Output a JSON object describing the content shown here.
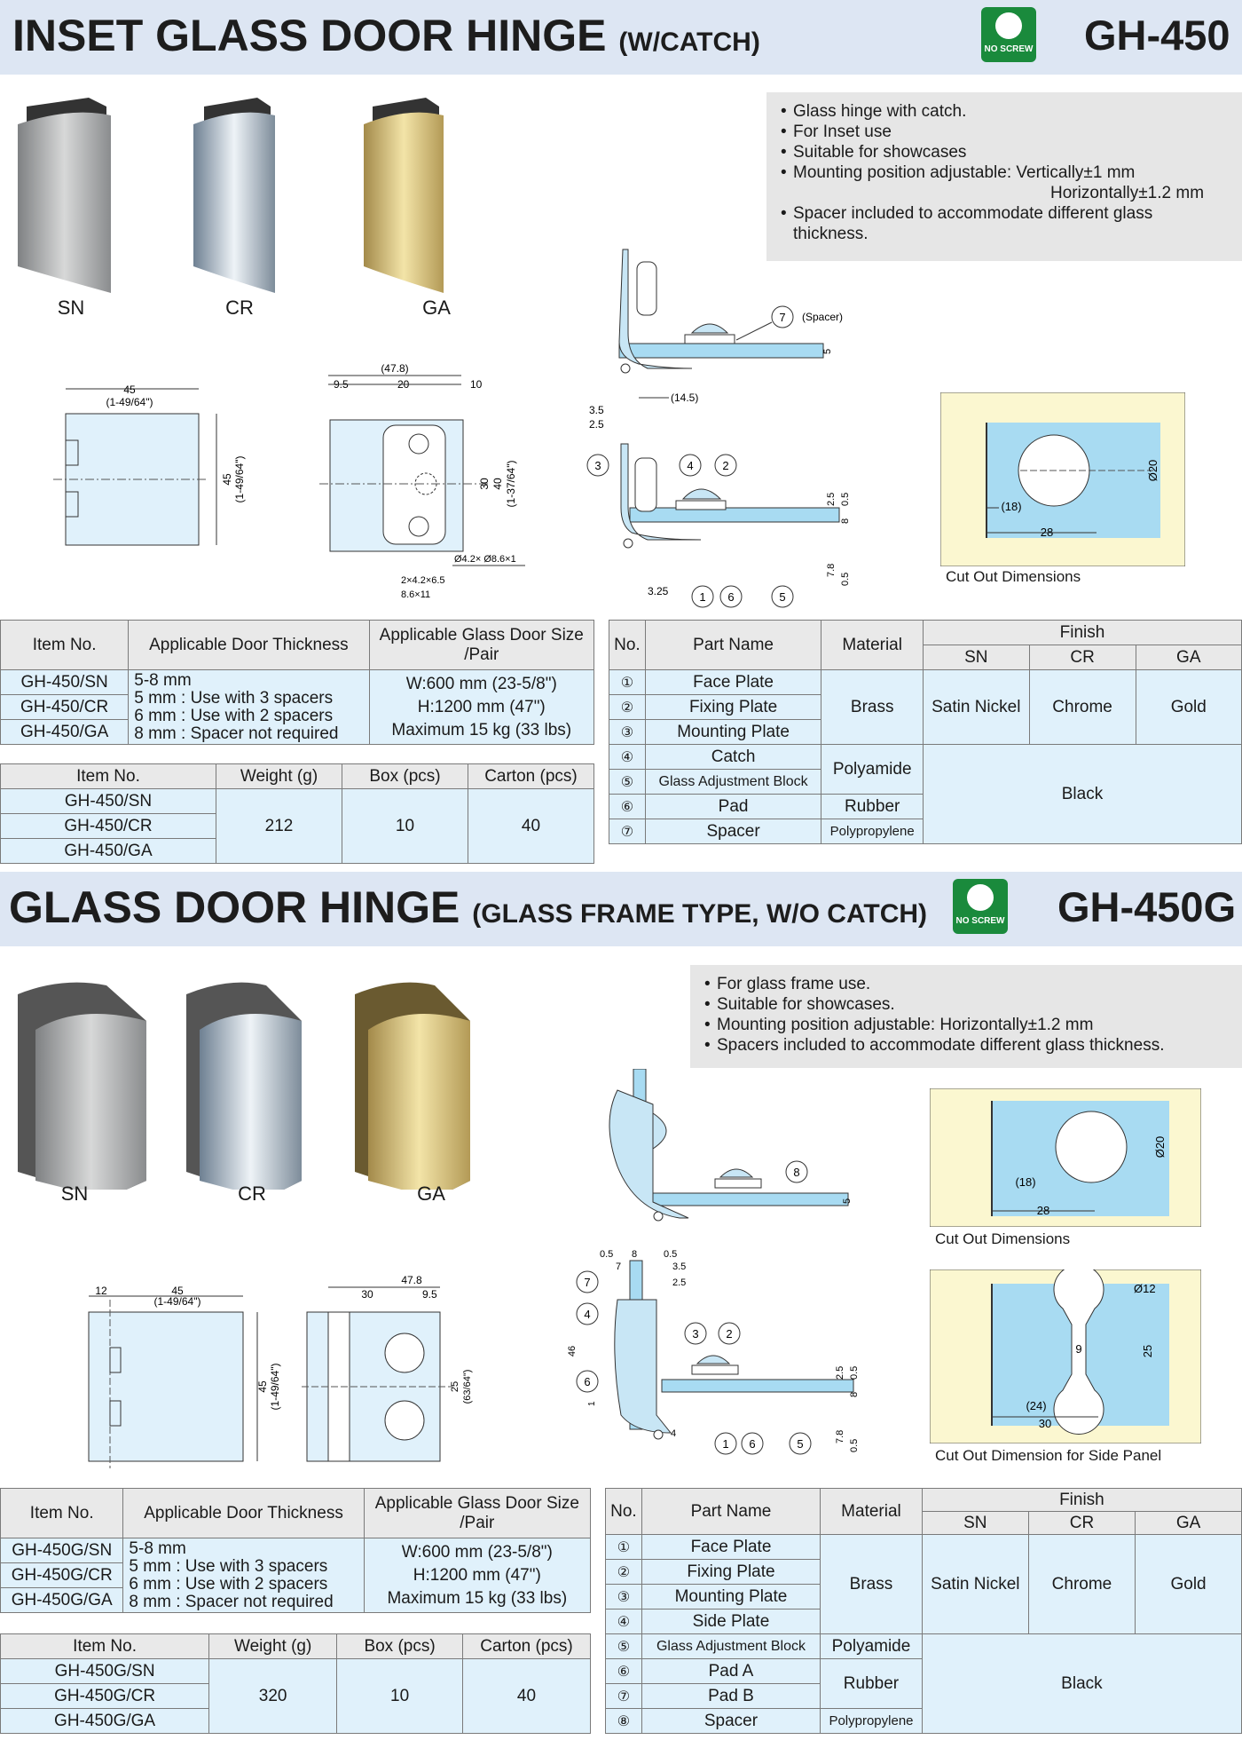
{
  "s1": {
    "title": "INSET GLASS DOOR HINGE",
    "title_sub": "(W/CATCH)",
    "code": "GH-450",
    "badge": "NO SCREW",
    "features": [
      "Glass hinge with catch.",
      "For Inset use",
      "Suitable for showcases",
      "Mounting position adjustable:   Vertically±1 mm",
      "Horizontally±1.2 mm",
      "Spacer included to accommodate different glass",
      "thickness."
    ],
    "finish_labels": [
      "SN",
      "CR",
      "GA"
    ],
    "dims_front": {
      "w": "45",
      "w_in": "(1-49/64\")",
      "h": "45",
      "h_in": "(1-49/64\")"
    },
    "dims_side": {
      "total": "(47.8)",
      "a": "9.5",
      "b": "20",
      "c": "10",
      "h1": "30",
      "h2": "40",
      "h_in": "(1-37/64\")",
      "holes": "Ø4.2× Ø8.6×1",
      "slot1": "2×4.2×6.5",
      "slot2": "8.6×11"
    },
    "section_top": {
      "spacer_num": "7",
      "spacer": "(Spacer)",
      "t": "5"
    },
    "section_bot": {
      "d35": "3.5",
      "d25": "2.5",
      "d145": "(14.5)",
      "n3": "3",
      "n4": "4",
      "n2": "2",
      "r25": "2.5",
      "r05": "0.5",
      "r8": "8",
      "r78": "7.8",
      "r05b": "0.5",
      "d325": "3.25",
      "n1": "1",
      "n6": "6",
      "n5": "5"
    },
    "cutout": {
      "d18": "(18)",
      "d28": "28",
      "d20": "Ø20",
      "caption": "Cut Out Dimensions"
    },
    "table1": {
      "headers": [
        "Item No.",
        "Applicable Door Thickness",
        "Applicable Glass Door Size",
        "/Pair"
      ],
      "items": [
        "GH-450/SN",
        "GH-450/CR",
        "GH-450/GA"
      ],
      "thickness": [
        "5-8 mm",
        "5 mm : Use with 3 spacers",
        "6 mm : Use with 2 spacers",
        "8 mm : Spacer not required"
      ],
      "size": [
        "W:600 mm (23-5/8\")",
        "H:1200 mm (47\")",
        "Maximum 15 kg (33 lbs)"
      ]
    },
    "table2": {
      "headers": [
        "Item No.",
        "Weight (g)",
        "Box (pcs)",
        "Carton (pcs)"
      ],
      "items": [
        "GH-450/SN",
        "GH-450/CR",
        "GH-450/GA"
      ],
      "weight": "212",
      "box": "10",
      "carton": "40"
    },
    "parts": {
      "headers": [
        "No.",
        "Part Name",
        "Material",
        "Finish",
        "SN",
        "CR",
        "GA"
      ],
      "nums": [
        "①",
        "②",
        "③",
        "④",
        "⑤",
        "⑥",
        "⑦"
      ],
      "names": [
        "Face Plate",
        "Fixing Plate",
        "Mounting Plate",
        "Catch",
        "Glass Adjustment Block",
        "Pad",
        "Spacer"
      ],
      "brass": "Brass",
      "polyamide": "Polyamide",
      "rubber": "Rubber",
      "pp": "Polypropylene",
      "sn": "Satin Nickel",
      "cr": "Chrome",
      "ga": "Gold",
      "black": "Black"
    }
  },
  "s2": {
    "title": "GLASS DOOR HINGE",
    "title_sub": "(GLASS FRAME TYPE, W/O CATCH)",
    "code": "GH-450G",
    "badge": "NO SCREW",
    "features": [
      "For glass frame use.",
      "Suitable for showcases.",
      "Mounting position adjustable: Horizontally±1.2 mm",
      "Spacers included to accommodate different glass thickness."
    ],
    "finish_labels": [
      "SN",
      "CR",
      "GA"
    ],
    "dims_front": {
      "a": "12",
      "w": "45",
      "w_in": "(1-49/64\")",
      "h": "45",
      "h_in": "(1-49/64\")"
    },
    "dims_side": {
      "total": "47.8",
      "a": "30",
      "b": "9.5",
      "h": "25",
      "h_in": "(63/64\")"
    },
    "section_top": {
      "n8": "8",
      "t": "5"
    },
    "section_bot": {
      "d05a": "0.5",
      "d8": "8",
      "d05b": "0.5",
      "d7": "7",
      "d35": "3.5",
      "d25": "2.5",
      "n7": "7",
      "n4": "4",
      "n6": "6",
      "n3": "3",
      "n2": "2",
      "h46": "46",
      "h1": "1",
      "r25": "2.5",
      "r05": "0.5",
      "r8": "8",
      "r78": "7.8",
      "r05b": "0.5",
      "d4": "4",
      "n1": "1",
      "n6b": "6",
      "n5": "5"
    },
    "cutout": {
      "d18": "(18)",
      "d28": "28",
      "d20": "Ø20",
      "caption": "Cut Out Dimensions"
    },
    "cutout_side": {
      "d12": "Ø12",
      "d9": "9",
      "d25": "25",
      "d24": "(24)",
      "d30": "30",
      "caption": "Cut Out Dimension for Side Panel"
    },
    "table1": {
      "headers": [
        "Item No.",
        "Applicable Door Thickness",
        "Applicable Glass Door Size",
        "/Pair"
      ],
      "items": [
        "GH-450G/SN",
        "GH-450G/CR",
        "GH-450G/GA"
      ],
      "thickness": [
        "5-8 mm",
        "5 mm : Use with 3 spacers",
        "6 mm : Use with 2 spacers",
        "8 mm : Spacer not required"
      ],
      "size": [
        "W:600 mm (23-5/8\")",
        "H:1200 mm (47\")",
        "Maximum 15 kg (33 lbs)"
      ]
    },
    "table2": {
      "headers": [
        "Item No.",
        "Weight (g)",
        "Box (pcs)",
        "Carton (pcs)"
      ],
      "items": [
        "GH-450G/SN",
        "GH-450G/CR",
        "GH-450G/GA"
      ],
      "weight": "320",
      "box": "10",
      "carton": "40"
    },
    "parts": {
      "headers": [
        "No.",
        "Part Name",
        "Material",
        "Finish",
        "SN",
        "CR",
        "GA"
      ],
      "nums": [
        "①",
        "②",
        "③",
        "④",
        "⑤",
        "⑥",
        "⑦",
        "⑧"
      ],
      "names": [
        "Face Plate",
        "Fixing Plate",
        "Mounting Plate",
        "Side Plate",
        "Glass Adjustment Block",
        "Pad A",
        "Pad B",
        "Spacer"
      ],
      "brass": "Brass",
      "polyamide": "Polyamide",
      "rubber": "Rubber",
      "pp": "Polypropylene",
      "sn": "Satin Nickel",
      "cr": "Chrome",
      "ga": "Gold",
      "black": "Black"
    }
  },
  "colors": {
    "header_bg": "#dde6f3",
    "table_cell": "#e0f1fb",
    "badge": "#1a8a3c",
    "glass": "#a8dbf2",
    "cutout_bg": "#fbf7d0"
  }
}
